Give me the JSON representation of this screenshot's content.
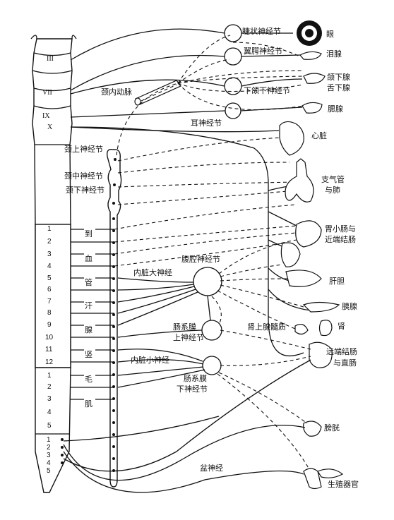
{
  "cranial_nerves": [
    "III",
    "VII",
    "IX",
    "X"
  ],
  "cervical_ganglia": [
    "颈上神经节",
    "颈中神经节",
    "颈下神经节"
  ],
  "thoracic_segments": [
    "1",
    "2",
    "3",
    "4",
    "5",
    "6",
    "7",
    "8",
    "9",
    "10",
    "11",
    "12"
  ],
  "lumbar_segments": [
    "1",
    "2",
    "3",
    "4",
    "5"
  ],
  "sacral_segments": [
    "1",
    "2",
    "3",
    "4",
    "5"
  ],
  "vessel_words": [
    "到",
    "血",
    "管",
    "汗",
    "腺",
    "竖",
    "毛",
    "肌"
  ],
  "cranial_ganglia": {
    "ciliary": "睫状神经节",
    "pterygopalatine": "翼腭神经节",
    "submandibular": "下颌下神经节",
    "otic": "耳神经节"
  },
  "labels": {
    "carotid": "颈内动脉",
    "greater_splanchnic": "内脏大神经",
    "lesser_splanchnic": "内脏小神经",
    "celiac": "腹腔神经节",
    "sup_mesenteric": [
      "肠系膜",
      "上神经节"
    ],
    "inf_mesenteric": [
      "肠系膜",
      "下神经节"
    ],
    "adrenal": "肾上腺髓质",
    "pelvic": "盆神经"
  },
  "organs": {
    "eye": "眼",
    "lacrimal": "泪腺",
    "submandibular_gland": [
      "颌下腺",
      "舌下腺"
    ],
    "parotid": "腮腺",
    "heart": "心脏",
    "lungs": [
      "支气管",
      "与肺"
    ],
    "stomach": [
      "胃小肠与",
      "近端结肠"
    ],
    "liver": "肝胆",
    "pancreas": "胰腺",
    "kidney": "肾",
    "colon": [
      "远端结肠",
      "与直肠"
    ],
    "bladder": "膀胱",
    "genital": "生殖器官"
  }
}
